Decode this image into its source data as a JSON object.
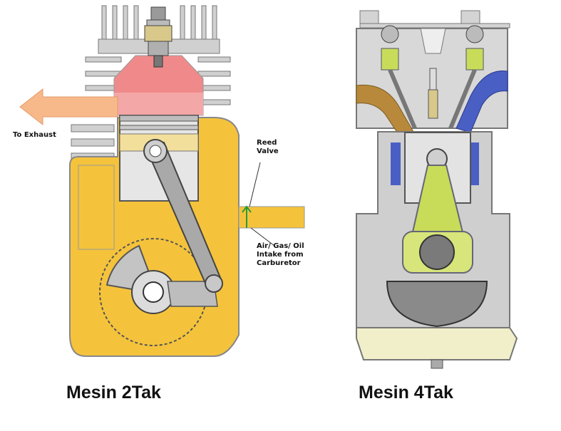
{
  "two_stroke": {
    "caption": "Mesin 2Tak",
    "labels": {
      "exhaust": "To Exhaust",
      "reed_line1": "Reed",
      "reed_line2": "Valve",
      "intake_line1": "Air/ Gas/ Oil",
      "intake_line2": "Intake from",
      "intake_line3": "Carburetor"
    }
  },
  "four_stroke": {
    "caption": "Mesin 4Tak"
  },
  "colors": {
    "crankcase_yellow": "#f5c33b",
    "combustion_red": "#f08a8a",
    "exhaust_orange": "#f7b98a",
    "metal_grey": "#c8c8c8",
    "valve_green": "#c8dc5a",
    "intake_blue": "#4a5fc4",
    "exhaust_brown": "#b8893a"
  }
}
